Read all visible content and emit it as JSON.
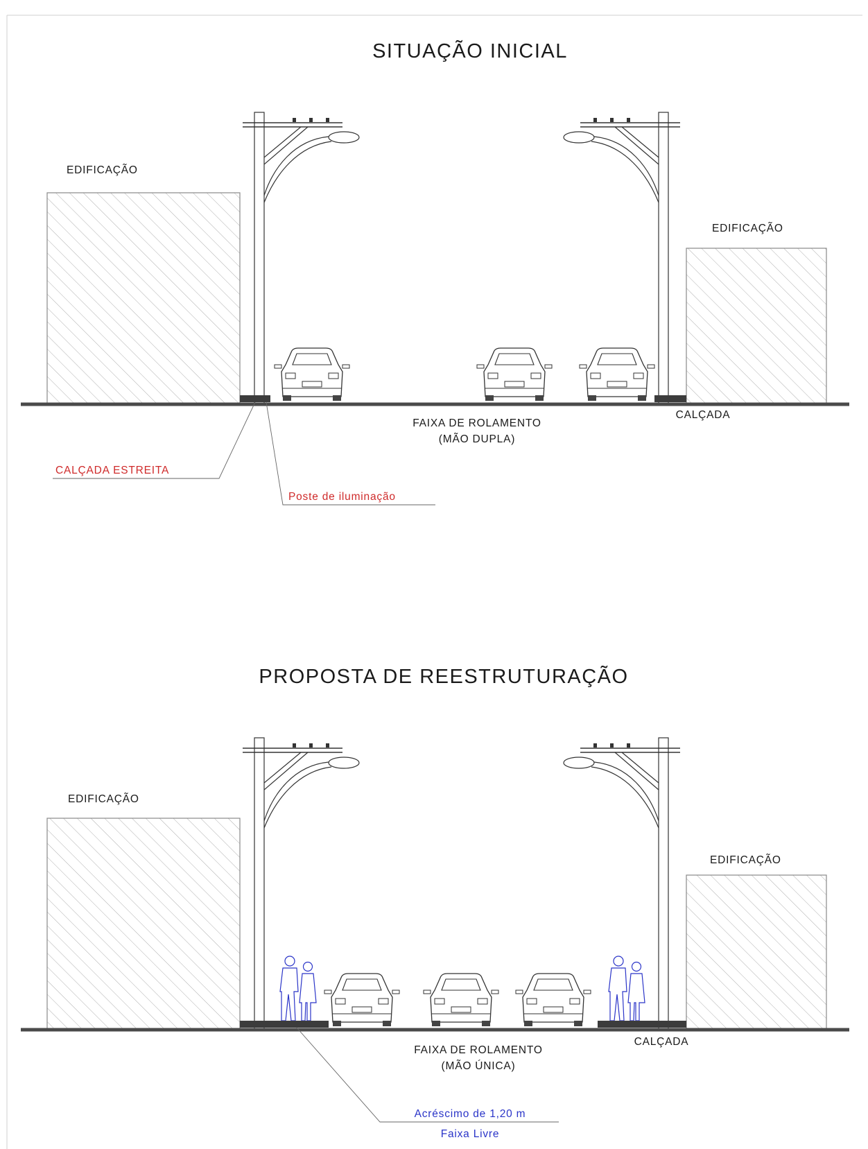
{
  "initial": {
    "title": "SITUAÇÃO INICIAL",
    "building_left": "EDIFICAÇÃO",
    "building_right": "EDIFICAÇÃO",
    "lane_line1": "FAIXA DE ROLAMENTO",
    "lane_line2": "(MÃO DUPLA)",
    "sidewalk": "CALÇADA",
    "narrow_sidewalk": "CALÇADA ESTREITA",
    "light_pole": "Poste de iluminação"
  },
  "proposal": {
    "title": "PROPOSTA DE REESTRUTURAÇÃO",
    "building_left": "EDIFICAÇÃO",
    "building_right": "EDIFICAÇÃO",
    "lane_line1": "FAIXA DE ROLAMENTO",
    "lane_line2": "(MÃO ÚNICA)",
    "sidewalk": "CALÇADA",
    "increase_line1": "Acréscimo de 1,20 m",
    "increase_line2": "Faixa Livre"
  },
  "colors": {
    "annotation_red": "#cf2a2a",
    "annotation_blue": "#2a34c8",
    "line": "#333333"
  }
}
